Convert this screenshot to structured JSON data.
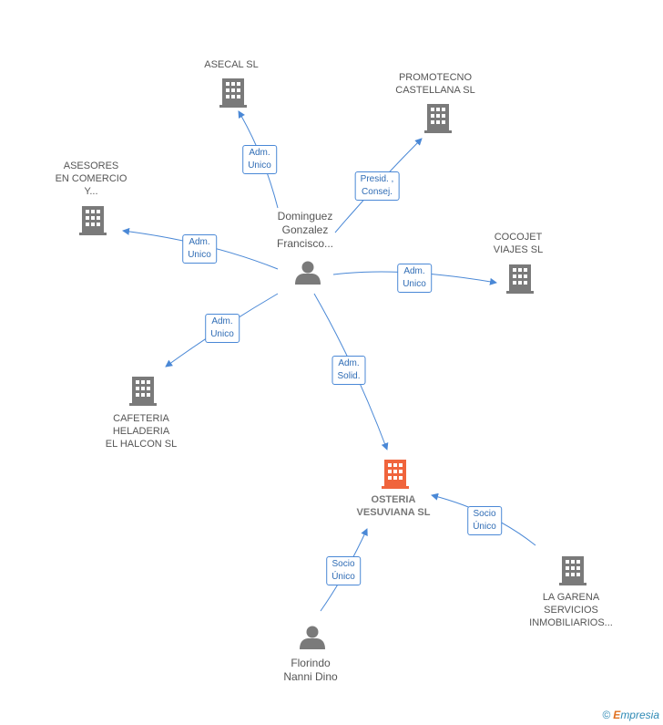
{
  "nodes": {
    "center_person": {
      "lines": [
        "Dominguez",
        "Gonzalez",
        "Francisco..."
      ]
    },
    "asecal": {
      "lines": [
        "ASECAL SL"
      ]
    },
    "promotecno": {
      "lines": [
        "PROMOTECNO",
        "CASTELLANA SL"
      ]
    },
    "asesores": {
      "lines": [
        "ASESORES",
        "EN COMERCIO",
        "Y..."
      ]
    },
    "cocojet": {
      "lines": [
        "COCOJET",
        "VIAJES SL"
      ]
    },
    "cafeteria": {
      "lines": [
        "CAFETERIA",
        "HELADERIA",
        "EL HALCON SL"
      ]
    },
    "osteria": {
      "lines": [
        "OSTERIA",
        "VESUVIANA SL"
      ]
    },
    "garena": {
      "lines": [
        "LA GARENA",
        "SERVICIOS",
        "INMOBILIARIOS..."
      ]
    },
    "florindo": {
      "lines": [
        "Florindo",
        "Nanni Dino"
      ]
    }
  },
  "edges": {
    "to_asecal": [
      "Adm.",
      "Unico"
    ],
    "to_promotecno": [
      "Presid. ,",
      "Consej."
    ],
    "to_asesores": [
      "Adm.",
      "Unico"
    ],
    "to_cocojet": [
      "Adm.",
      "Unico"
    ],
    "to_cafeteria": [
      "Adm.",
      "Unico"
    ],
    "to_osteria": [
      "Adm.",
      "Solid."
    ],
    "garena_to_osteria": [
      "Socio",
      "Único"
    ],
    "florindo_to_osteria": [
      "Socio",
      "Único"
    ]
  },
  "colors": {
    "edge": "#4a88d6",
    "building": "#7a7a7a",
    "focus_building": "#f0643c",
    "person": "#7a7a7a"
  },
  "icons": {
    "company": "building-icon",
    "person": "person-icon"
  },
  "footer": {
    "copyright": "©",
    "brand_initial": "E",
    "brand_rest": "mpresia"
  }
}
